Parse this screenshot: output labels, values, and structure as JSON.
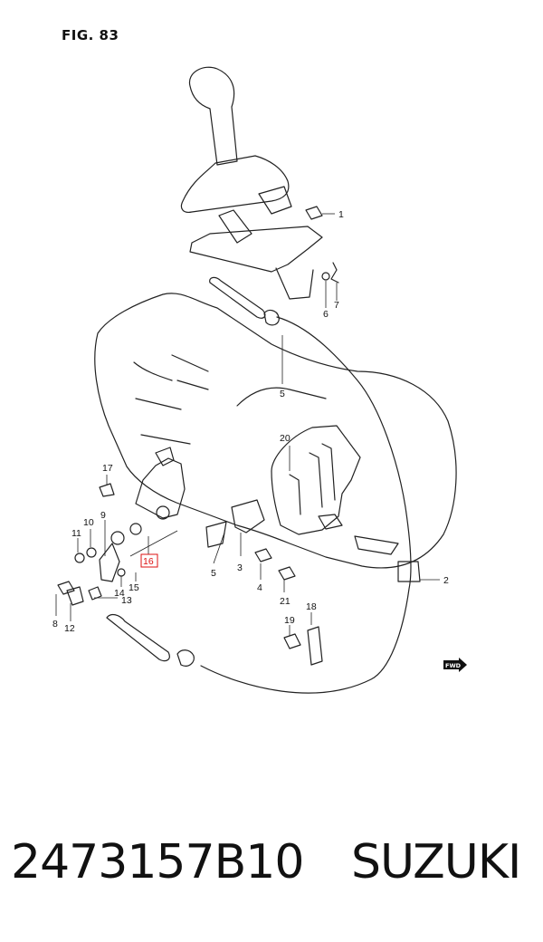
{
  "figure": {
    "title": "FIG. 83",
    "fwd_label": "FWD",
    "callouts": [
      {
        "id": "c1",
        "label": "1"
      },
      {
        "id": "c2",
        "label": "2"
      },
      {
        "id": "c3",
        "label": "3"
      },
      {
        "id": "c4",
        "label": "4"
      },
      {
        "id": "c5a",
        "label": "5"
      },
      {
        "id": "c5b",
        "label": "5"
      },
      {
        "id": "c6",
        "label": "6"
      },
      {
        "id": "c7",
        "label": "7"
      },
      {
        "id": "c8",
        "label": "8"
      },
      {
        "id": "c9",
        "label": "9"
      },
      {
        "id": "c10",
        "label": "10"
      },
      {
        "id": "c11",
        "label": "11"
      },
      {
        "id": "c12",
        "label": "12"
      },
      {
        "id": "c13",
        "label": "13"
      },
      {
        "id": "c14",
        "label": "14"
      },
      {
        "id": "c15",
        "label": "15"
      },
      {
        "id": "c16",
        "label": "16",
        "highlight_color": "#dd1111"
      },
      {
        "id": "c17",
        "label": "17"
      },
      {
        "id": "c18",
        "label": "18"
      },
      {
        "id": "c19",
        "label": "19"
      },
      {
        "id": "c20",
        "label": "20"
      },
      {
        "id": "c21",
        "label": "21"
      }
    ]
  },
  "footer": {
    "part_number": "2473157B10",
    "brand": "SUZUKI"
  }
}
